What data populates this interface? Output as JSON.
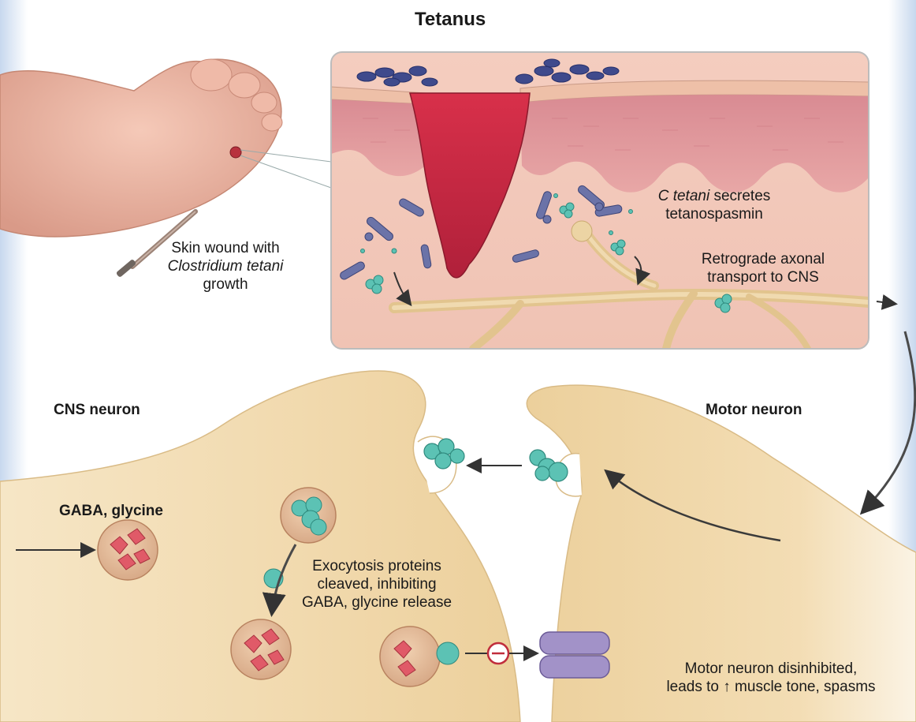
{
  "title": "Tetanus",
  "wound_label": {
    "line1": "Skin wound with",
    "line2_italic": "Clostridium tetani",
    "line3": "growth"
  },
  "secretes_label": {
    "italic": "C tetani",
    "rest": " secretes",
    "line2": "tetanospasmin"
  },
  "transport_label": {
    "line1": "Retrograde axonal",
    "line2": "transport to CNS"
  },
  "cns_neuron_label": "CNS neuron",
  "motor_neuron_label": "Motor neuron",
  "neurotransmitter_label": "GABA, glycine",
  "exocytosis_label": {
    "line1": "Exocytosis proteins",
    "line2": "cleaved, inhibiting",
    "line3": "GABA, glycine release"
  },
  "disinhibited_label": {
    "line1": "Motor neuron disinhibited,",
    "line2": "leads to ↑ muscle tone, spasms"
  },
  "colors": {
    "skin": "#e9b4a4",
    "dermis": "#d88a94",
    "wound": "#c8283f",
    "bacteria": "#6b73a8",
    "toxin": "#5cc2b4",
    "nerve": "#e8cc98",
    "neuron_body": "#f2dcb2",
    "vesicle_cargo": "#e05a68",
    "receptor": "#a292c8"
  },
  "icons": [
    "foot-icon",
    "nail-icon",
    "bacteria-icon",
    "toxin-icon",
    "vesicle-icon",
    "receptor-icon",
    "inhibition-icon"
  ]
}
